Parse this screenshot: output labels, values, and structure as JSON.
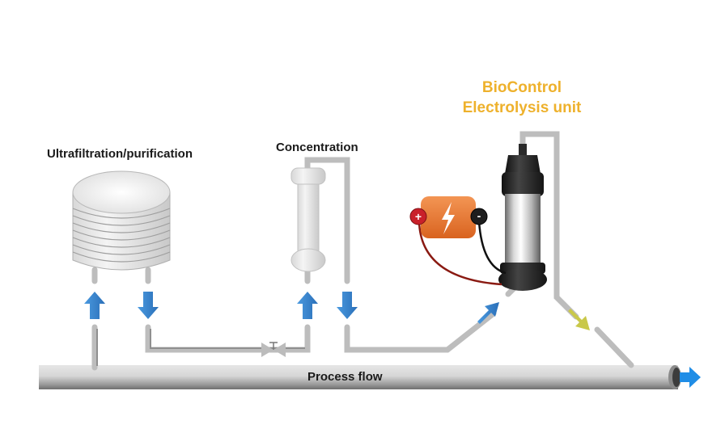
{
  "diagram": {
    "title_lines": [
      "BioControl",
      "Electrolysis unit"
    ],
    "units": [
      {
        "id": "ultrafiltration",
        "label": "Ultrafiltration/purification"
      },
      {
        "id": "concentration",
        "label": "Concentration"
      },
      {
        "id": "electrolysis",
        "label": "BioControl Electrolysis unit"
      }
    ],
    "main_pipe_label": "Process flow",
    "power_supply": {
      "positive": "+",
      "negative": "-",
      "symbol": "lightning-bolt"
    },
    "colors": {
      "title": "#eeb12c",
      "flow_arrow": "#3b86cf",
      "return_arrow": "#c9c84a",
      "power_box": "#e9772f",
      "positive_terminal": "#c9202a",
      "negative_terminal": "#1e1e1e",
      "positive_wire": "#8a1a12",
      "negative_wire": "#111111"
    },
    "flow_arrows": [
      {
        "id": "uf-in",
        "direction": "up"
      },
      {
        "id": "uf-out",
        "direction": "down"
      },
      {
        "id": "conc-in",
        "direction": "up"
      },
      {
        "id": "conc-out",
        "direction": "down"
      },
      {
        "id": "electrolysis-in",
        "direction": "up-right"
      },
      {
        "id": "electrolysis-out",
        "direction": "down-right"
      },
      {
        "id": "process-out",
        "direction": "right"
      }
    ],
    "valve": {
      "id": "bypass-valve"
    }
  }
}
